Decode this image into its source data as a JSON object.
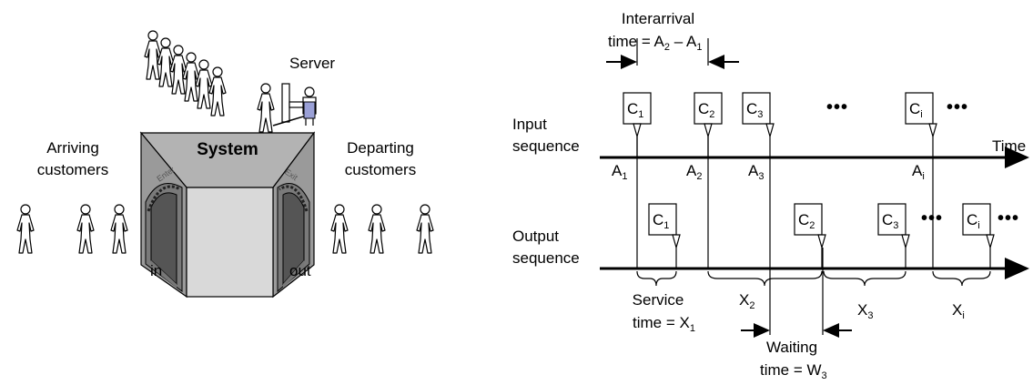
{
  "left": {
    "server": "Server",
    "system": "System",
    "arriving_1": "Arriving",
    "arriving_2": "customers",
    "departing_1": "Departing",
    "departing_2": "customers",
    "in": "in",
    "out": "out",
    "enter_sign": "Enter",
    "exit_sign": "Exit"
  },
  "right": {
    "interarrival_1": "Interarrival",
    "interarrival_2": "time = A",
    "interarrival_sub_a": "2",
    "interarrival_minus": " – A",
    "interarrival_sub_b": "1",
    "input_1": "Input",
    "input_2": "sequence",
    "output_1": "Output",
    "output_2": "sequence",
    "time": "Time",
    "ellipsis": "•••",
    "customers_in": [
      {
        "base": "C",
        "sub": "1"
      },
      {
        "base": "C",
        "sub": "2"
      },
      {
        "base": "C",
        "sub": "3"
      },
      {
        "base": "C",
        "sub": "i"
      }
    ],
    "customers_out": [
      {
        "base": "C",
        "sub": "1"
      },
      {
        "base": "C",
        "sub": "2"
      },
      {
        "base": "C",
        "sub": "3"
      },
      {
        "base": "C",
        "sub": "i"
      }
    ],
    "arrivals": [
      {
        "base": "A",
        "sub": "1"
      },
      {
        "base": "A",
        "sub": "2"
      },
      {
        "base": "A",
        "sub": "3"
      },
      {
        "base": "A",
        "sub": "i"
      }
    ],
    "service_1": "Service",
    "service_2": "time = X",
    "service_sub": "1",
    "x2": {
      "base": "X",
      "sub": "2"
    },
    "x3": {
      "base": "X",
      "sub": "3"
    },
    "xi": {
      "base": "X",
      "sub": "i"
    },
    "waiting_1": "Waiting",
    "waiting_2": "time = W",
    "waiting_sub": "3"
  }
}
